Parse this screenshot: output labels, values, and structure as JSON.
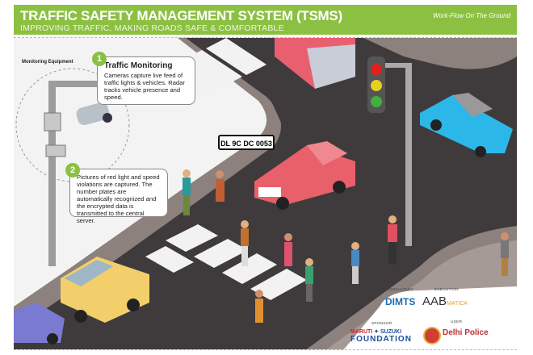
{
  "header": {
    "title": "TRAFFIC SAFETY MANAGEMENT SYSTEM (TSMS)",
    "subtitle": "IMPROVING TRAFFIC, MAKING ROADS SAFE & COMFORTABLE",
    "workflow": "Work-Flow On The Ground"
  },
  "colors": {
    "accent": "#8cc043",
    "road": "#3f3b3d",
    "sidewalk": "#8c817d"
  },
  "scene": {
    "equipment_label": "Monitoring Equipment",
    "plate": "DL 9C DC 0053"
  },
  "steps": [
    {
      "number": "1",
      "title": "Traffic Monitoring",
      "text": "Cameras capture live feed of traffic lights & vehicles. Radar tracks vehicle presence and speed."
    },
    {
      "number": "2",
      "text": "Pictures of red light and speed violations are captured. The number plates are automatically recognized and the encrypted data is transmitted to the central server."
    }
  ],
  "credits": {
    "consultant": {
      "label": "CONSULTANT",
      "name": "DIMTS"
    },
    "execution": {
      "label": "EXECUTION",
      "name": "AAB",
      "suffix": "MATICA"
    },
    "sponsor": {
      "label": "SPONSOR",
      "line1a": "MARUTI",
      "line1b": "SUZUKI",
      "line2": "FOUNDATION"
    },
    "user": {
      "label": "USER",
      "name": "Delhi Police"
    }
  }
}
